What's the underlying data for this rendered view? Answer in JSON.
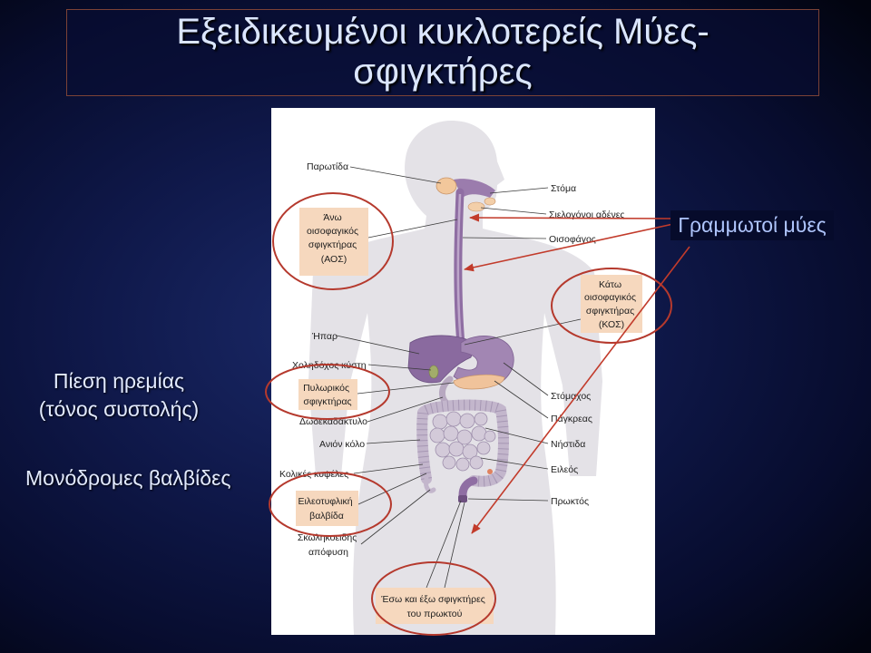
{
  "slide": {
    "title": {
      "line1": "Εξειδικευμένοι κυκλοτερείς Μύες-",
      "line2": "σφιγκτήρες"
    },
    "striated_muscles_label": "Γραμμωτοί μύες",
    "resting_pressure": {
      "line1": "Πίεση ηρεμίας",
      "line2": "(τόνος συστολής)"
    },
    "one_way_valves_label": "Μονόδρομες βαλβίδες"
  },
  "diagram": {
    "labels": {
      "parotid": "Παρωτίδα",
      "mouth": "Στόμα",
      "salivary_glands": "Σιελογόνοι αδένες",
      "esophagus": "Οισοφάγος",
      "liver": "Ήπαρ",
      "gallbladder": "Χοληδόχος κύστη",
      "duodenum": "Δωδεκαδάκτυλο",
      "ascending_colon": "Ανιόν κόλο",
      "colic_haustra": "Κολικές κυψέλες",
      "appendix": [
        "Σκωληκοειδής",
        "απόφυση"
      ],
      "stomach": "Στόμαχος",
      "pancreas": "Πάγκρεας",
      "jejunum": "Νήστιδα",
      "ileum": "Ειλεός",
      "anus": "Πρωκτός"
    },
    "sphincter_boxes": {
      "upper_esophageal": [
        "Άνω",
        "οισοφαγικός",
        "σφιγκτήρας",
        "(ΑΟΣ)"
      ],
      "lower_esophageal": [
        "Κάτω",
        "οισοφαγικός",
        "σφιγκτήρας",
        "(ΚΟΣ)"
      ],
      "pyloric": [
        "Πυλωρικός",
        "σφιγκτήρας"
      ],
      "ileocecal": [
        "Ειλεοτυφλική",
        "βαλβίδα"
      ],
      "anal": [
        "Έσω και έξω σφιγκτήρες",
        "του πρωκτού"
      ]
    }
  },
  "colors": {
    "slide_background": "#0f1849",
    "title_text": "#dbe6ff",
    "highlight_circle": "#b5392d",
    "annotation_arrow": "#c23b2b",
    "sphincter_box_fill": "#f6d8be",
    "organ_purple": "#8f6ea3"
  }
}
